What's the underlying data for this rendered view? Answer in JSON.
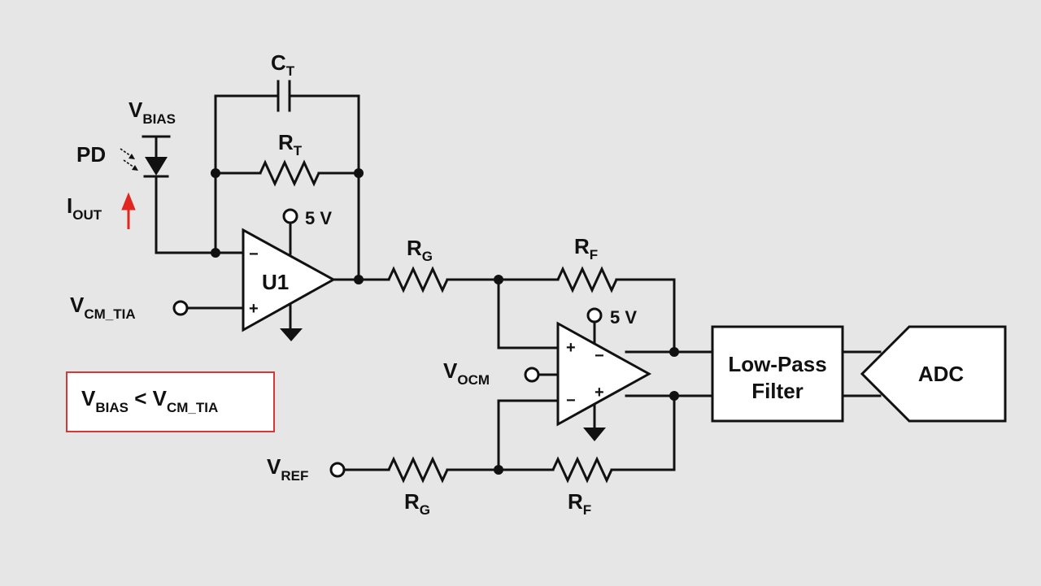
{
  "labels": {
    "ct_main": "C",
    "ct_sub": "T",
    "vbias_main": "V",
    "vbias_sub": "BIAS",
    "pd": "PD",
    "rt_main": "R",
    "rt_sub": "T",
    "iout_main": "I",
    "iout_sub": "OUT",
    "supply_u1": "5 V",
    "u1": "U1",
    "u1_minus": "−",
    "u1_plus": "+",
    "vcm_main": "V",
    "vcm_sub": "CM_TIA",
    "rg_top_main": "R",
    "rg_top_sub": "G",
    "rf_top_main": "R",
    "rf_top_sub": "F",
    "supply_u2": "5 V",
    "vocm_main": "V",
    "vocm_sub": "OCM",
    "u2_in_plus": "+",
    "u2_out_minus": "−",
    "u2_in_minus": "−",
    "u2_out_plus": "+",
    "lpf_line1": "Low-Pass",
    "lpf_line2": "Filter",
    "adc": "ADC",
    "vref_main": "V",
    "vref_sub": "REF",
    "rg_bot_main": "R",
    "rg_bot_sub": "G",
    "rf_bot_main": "R",
    "rf_bot_sub": "F"
  },
  "note": {
    "vbias_main": "V",
    "vbias_sub": "BIAS",
    "op": " < ",
    "vcm_main": "V",
    "vcm_sub": "CM_TIA"
  },
  "colors": {
    "wire": "#111111",
    "note_border": "#d23a3a",
    "current_arrow": "#e0261f",
    "background": "#e6e6e6"
  }
}
